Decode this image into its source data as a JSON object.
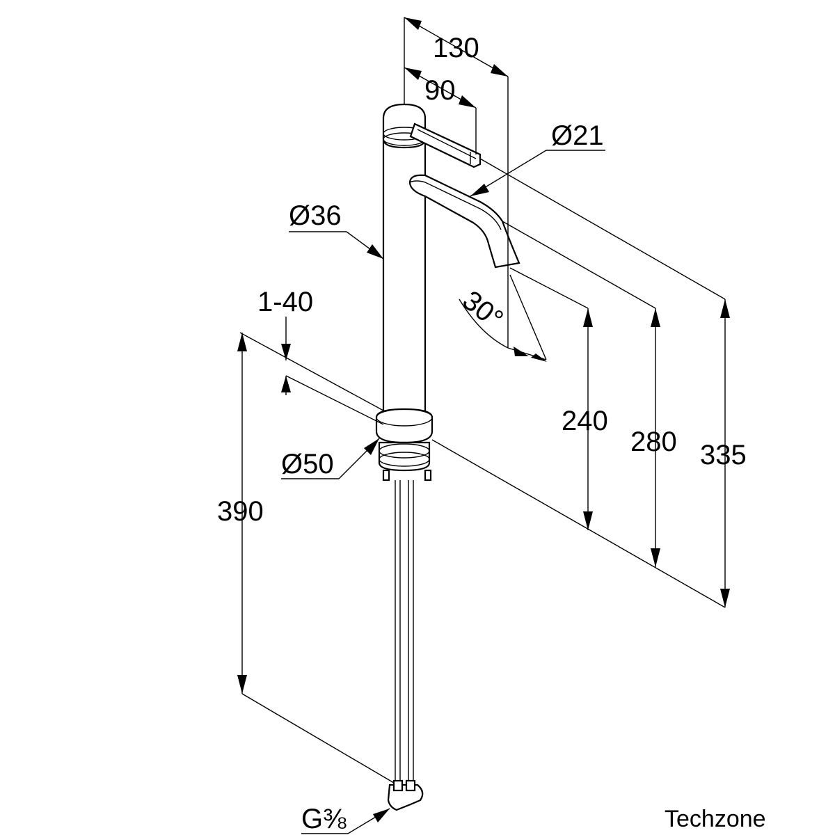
{
  "drawing": {
    "dimensions": {
      "spout_reach_total": "130",
      "lever_reach": "90",
      "spout_diameter": "Ø21",
      "body_diameter": "Ø36",
      "deck_thickness": "1-40",
      "spout_angle": "30°",
      "height_to_outlet": "240",
      "height_to_spout": "280",
      "height_total": "335",
      "base_diameter": "Ø50",
      "hose_length": "390",
      "connection_thread": "G⅜"
    },
    "watermark": "Techzone"
  }
}
